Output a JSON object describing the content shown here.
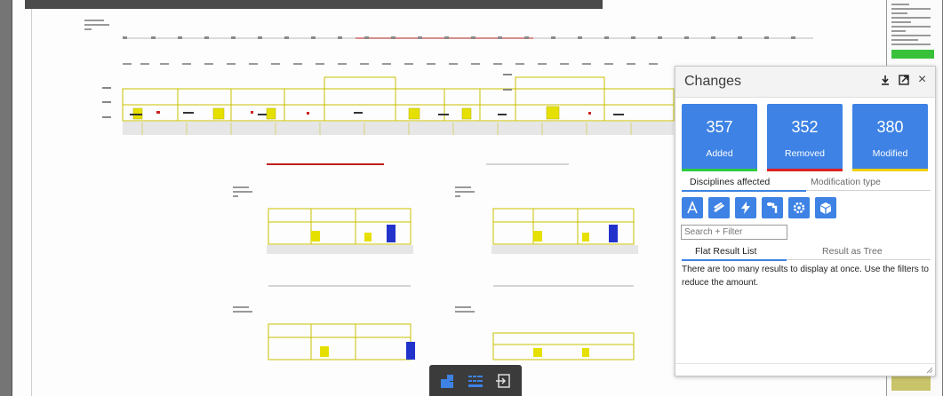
{
  "panel": {
    "title": "Changes",
    "icons": [
      "download-icon",
      "popout-icon",
      "close-icon"
    ],
    "close_glyph": "×",
    "download_glyph": "⤓",
    "cards": [
      {
        "value": "357",
        "label": "Added",
        "stripe_color": "#2ecc40"
      },
      {
        "value": "352",
        "label": "Removed",
        "stripe_color": "#e02020"
      },
      {
        "value": "380",
        "label": "Modified",
        "stripe_color": "#f0d000"
      }
    ],
    "card_color": "#3d82e4",
    "tabs1": {
      "active": "Disciplines affected",
      "inactive": "Modification type"
    },
    "disciplines": [
      "architecture-icon",
      "structural-icon",
      "electrical-icon",
      "plumbing-icon",
      "mechanical-icon",
      "general-icon"
    ],
    "search_placeholder": "Search + Filter",
    "tabs2": {
      "active": "Flat Result List",
      "inactive": "Result as Tree"
    },
    "message": "There are too many results to display at once. Use the filters to reduce the amount."
  },
  "toolbar": {
    "buttons": [
      "model-browser-icon",
      "sheets-icon",
      "exit-compare-icon"
    ]
  }
}
